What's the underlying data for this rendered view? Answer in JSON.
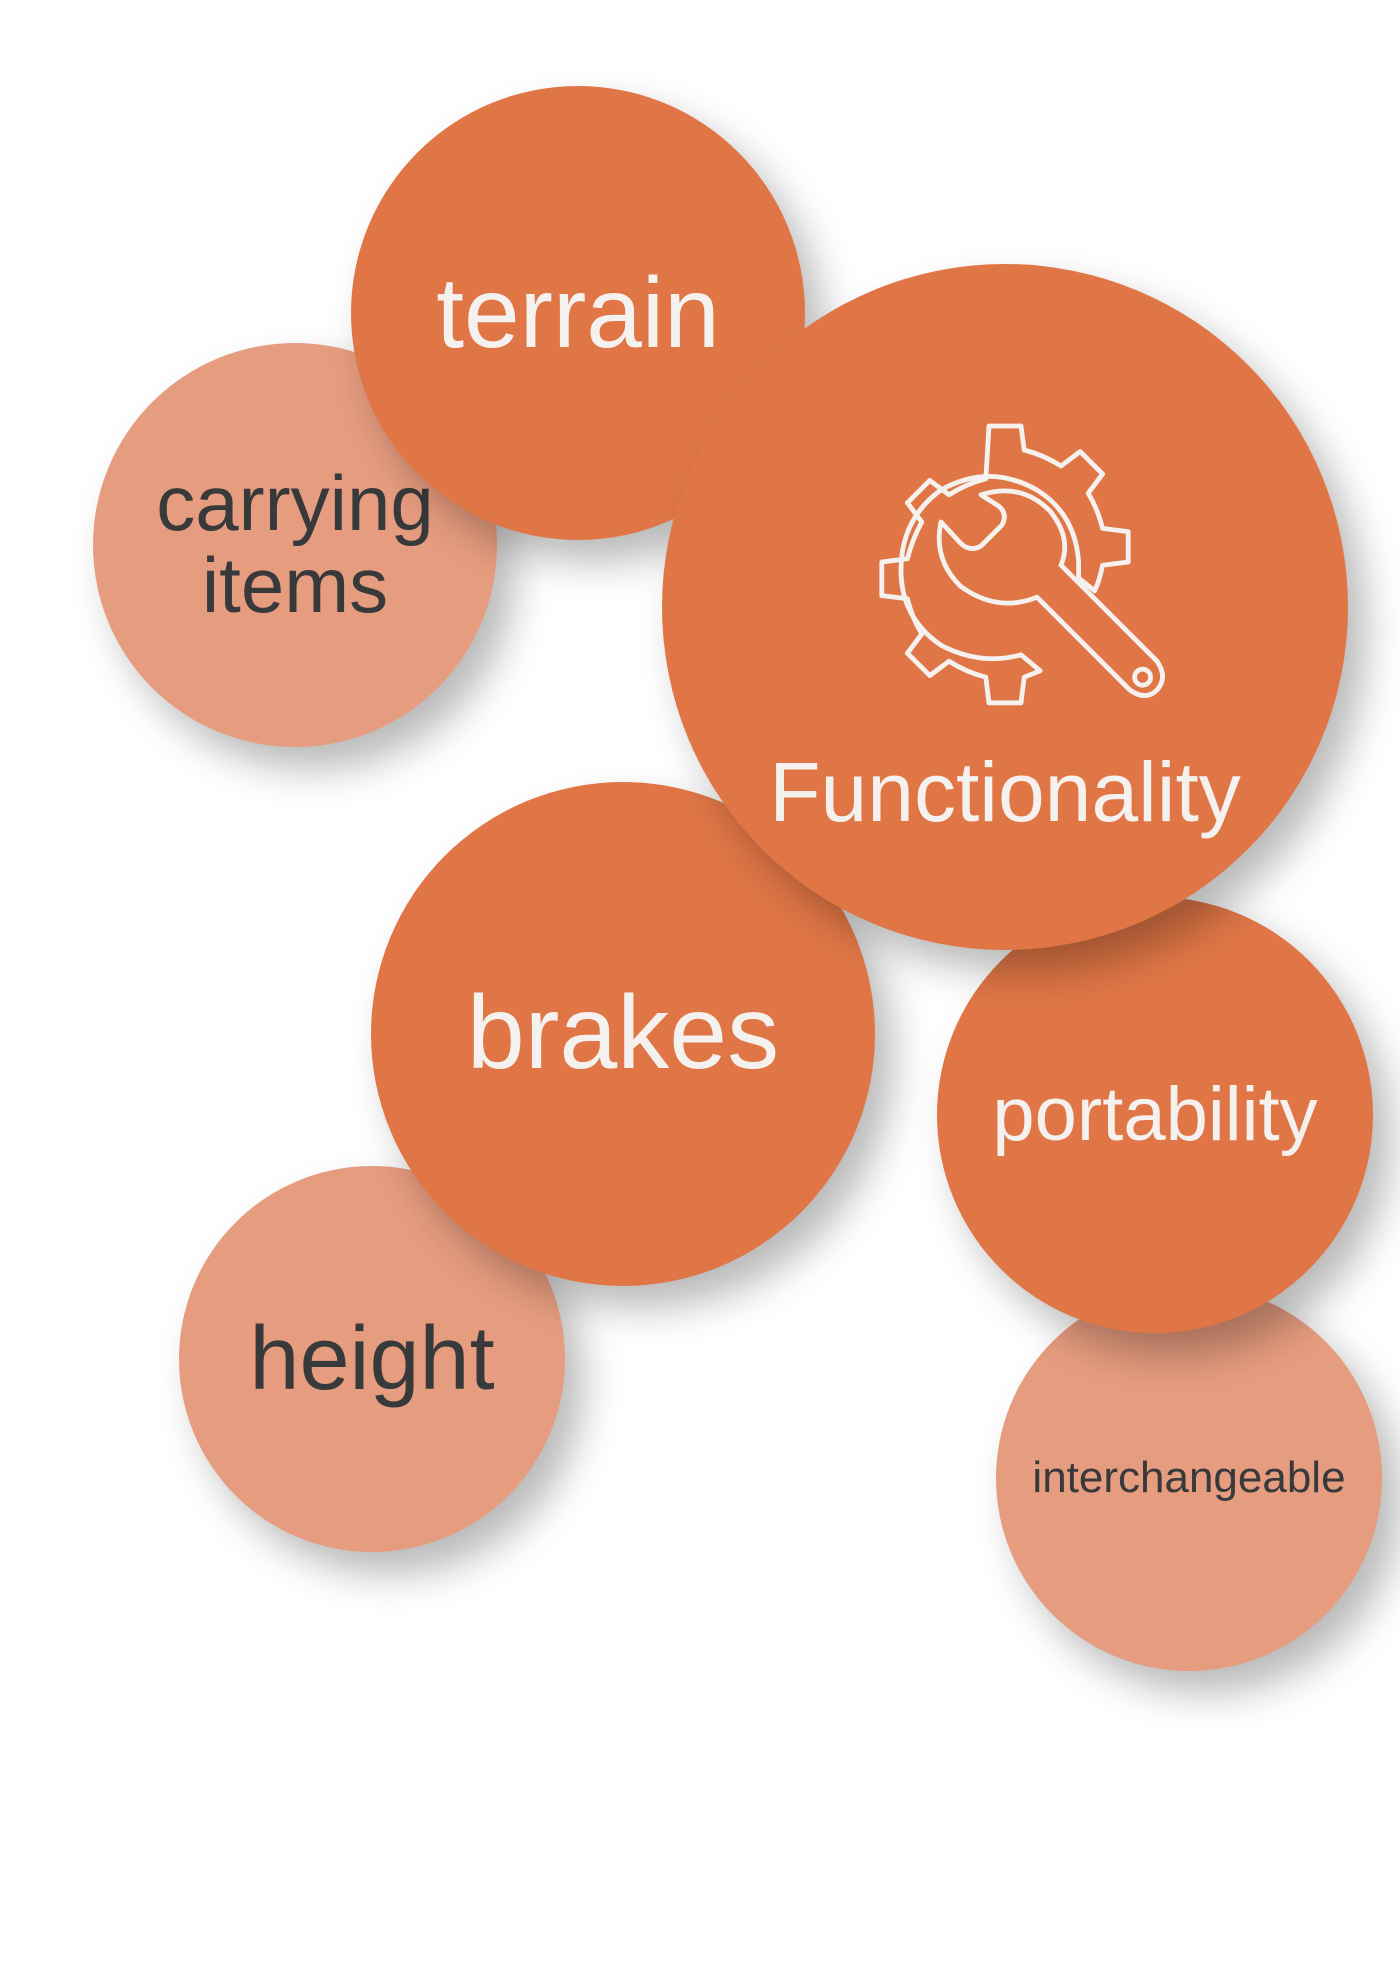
{
  "bubbles": {
    "carrying_items": "carrying items",
    "terrain": "terrain",
    "height": "height",
    "brakes": "brakes",
    "interchangeable": "interchangeable",
    "portability": "portability",
    "functionality": "Functionality"
  },
  "icons": {
    "center": "gear-wrench-icon"
  },
  "colors": {
    "primary": "#E07646",
    "secondary": "#E69C7F",
    "light_text": "#F4F1EE",
    "dark_text": "#38393B"
  }
}
